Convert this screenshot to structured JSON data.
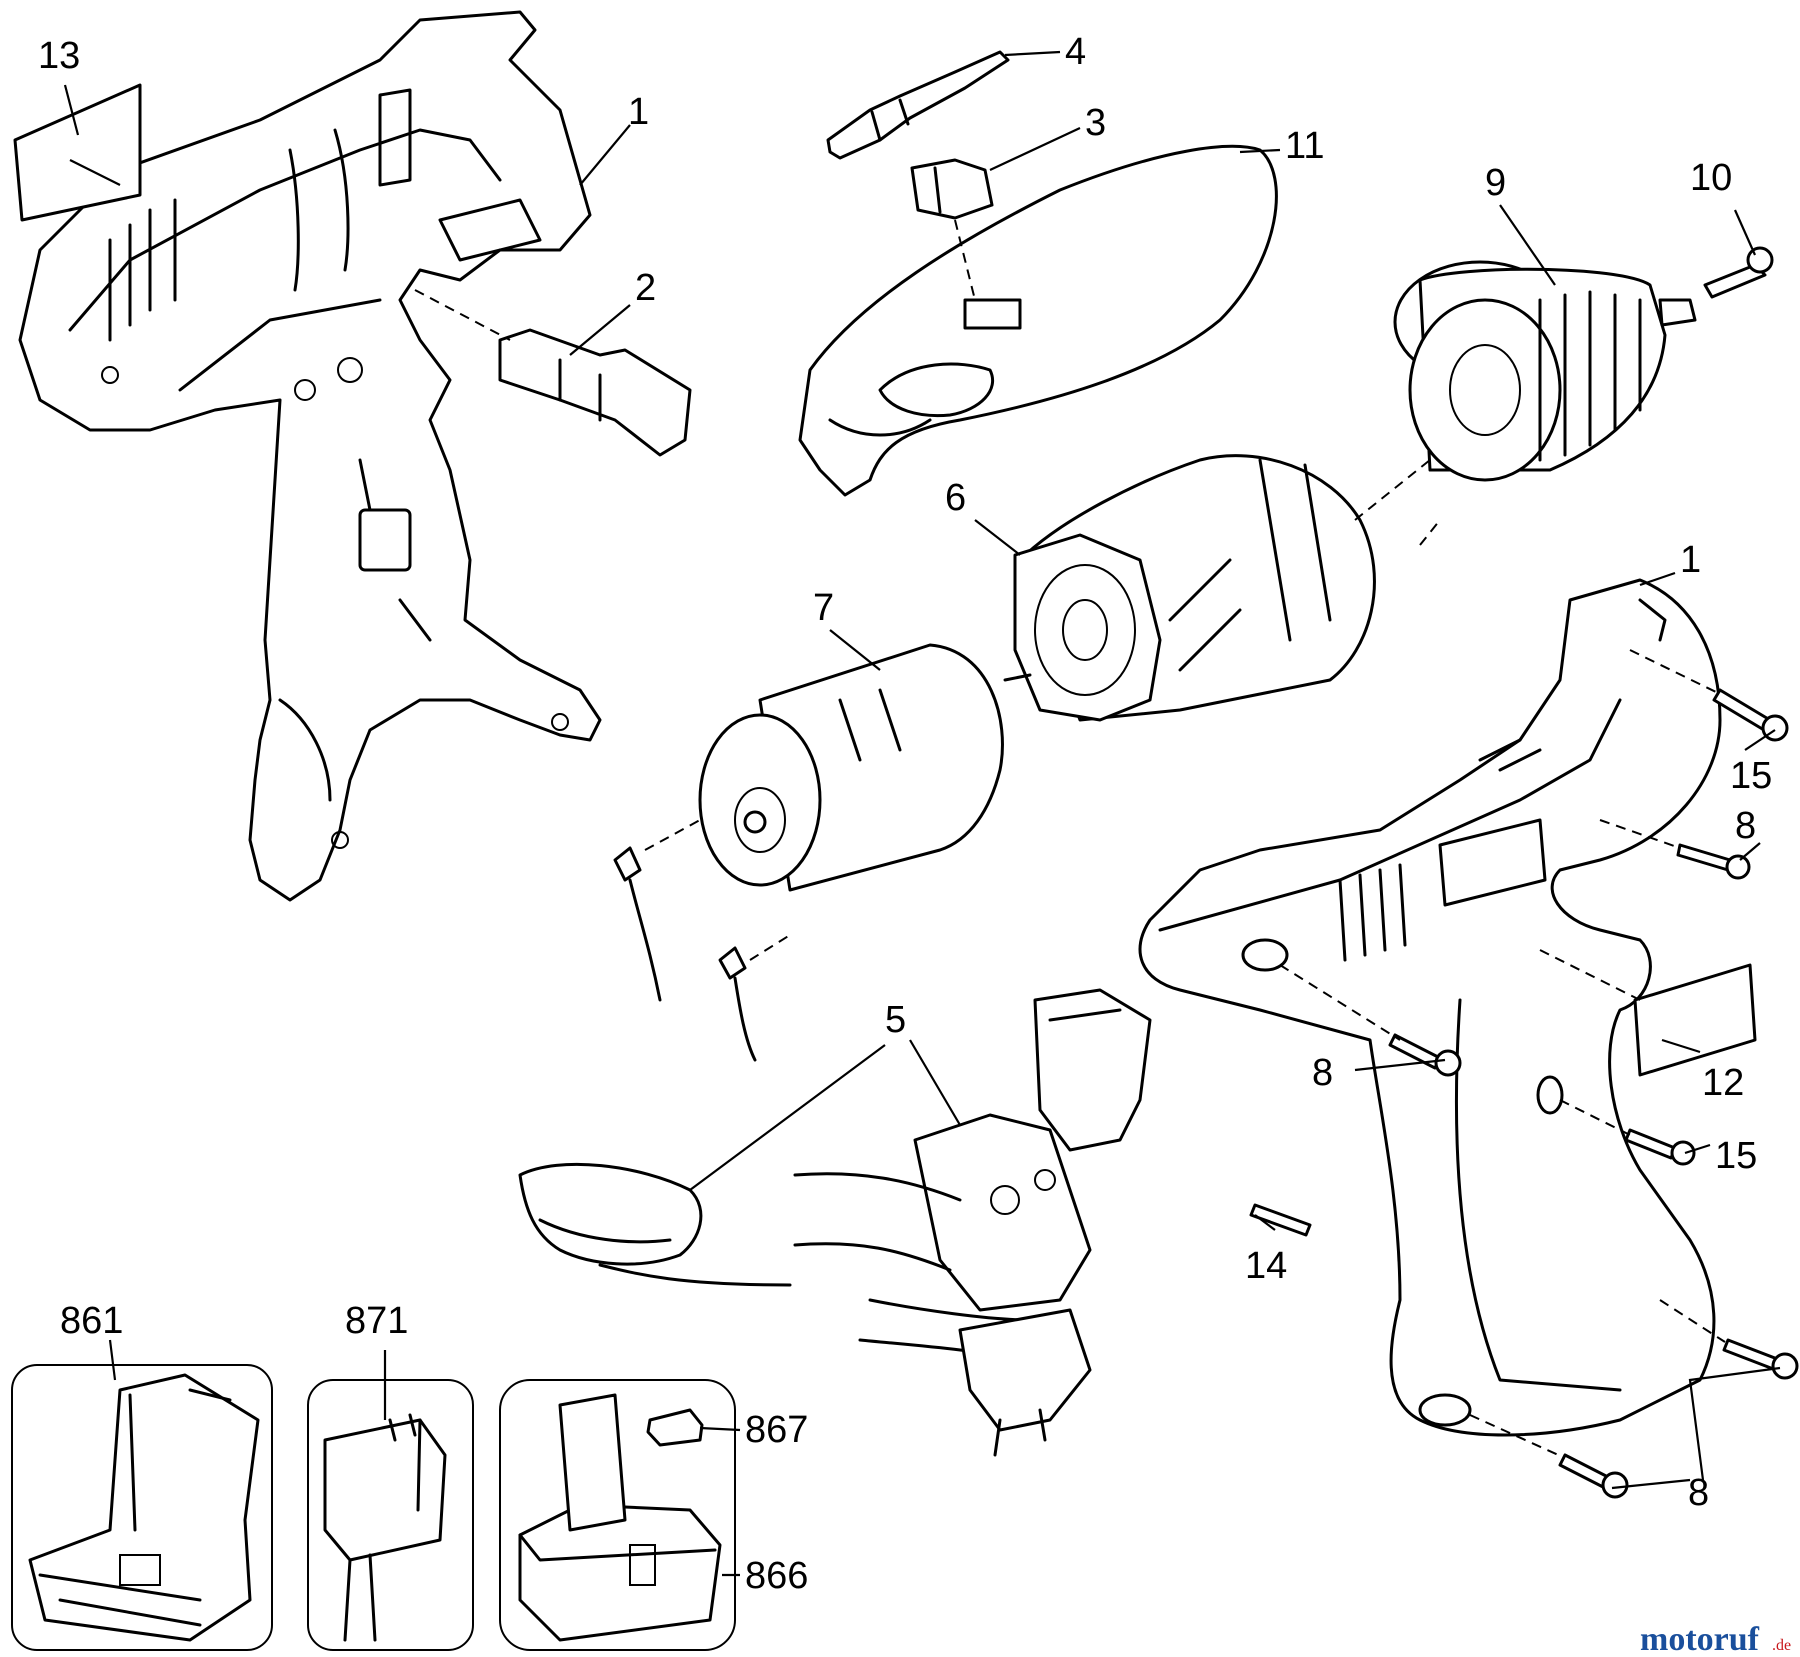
{
  "labels": {
    "p13": "13",
    "p1a": "1",
    "p2": "2",
    "p4": "4",
    "p3": "3",
    "p11": "11",
    "p10": "10",
    "p9": "9",
    "p6": "6",
    "p7": "7",
    "p1b": "1",
    "p15a": "15",
    "p8a": "8",
    "p8b": "8",
    "p12": "12",
    "p15b": "15",
    "p14": "14",
    "p5": "5",
    "p861": "861",
    "p871": "871",
    "p867": "867",
    "p866": "866",
    "p8c": "8"
  },
  "watermark": {
    "main": "motoruf",
    "suffix": ".de",
    "color_a": "#1a4f9c",
    "color_b": "#c8191d"
  }
}
